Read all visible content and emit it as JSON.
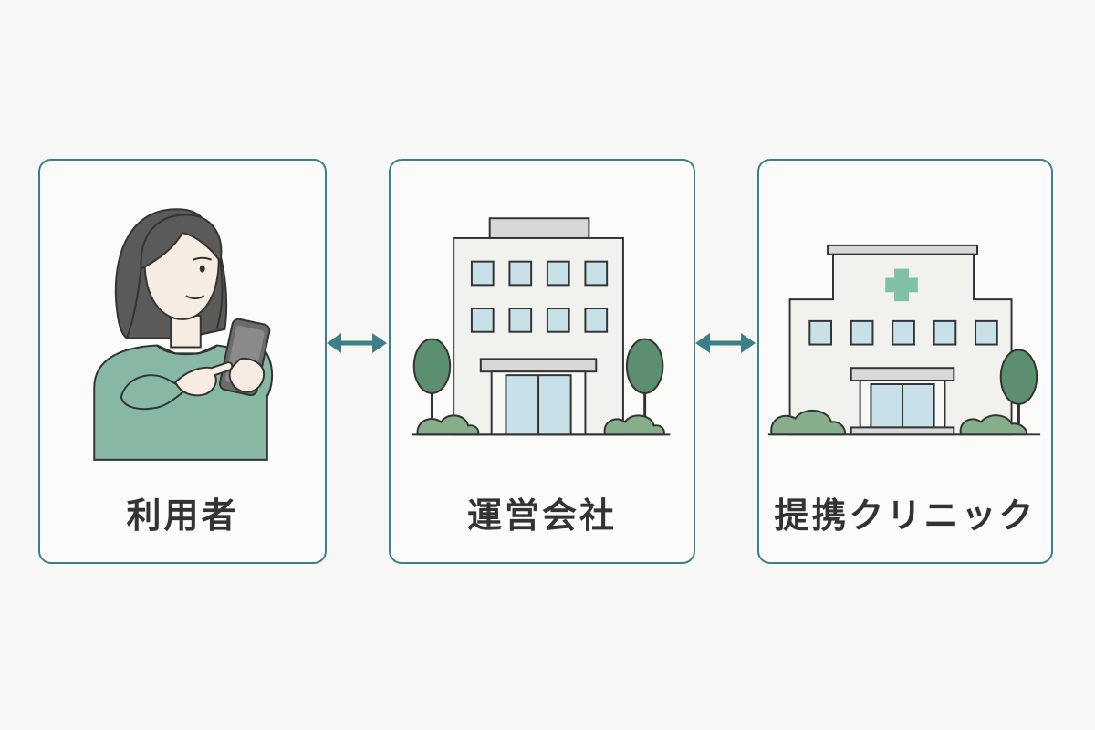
{
  "nodes": [
    {
      "label": "利用者",
      "icon": "woman-with-smartphone-icon"
    },
    {
      "label": "運営会社",
      "icon": "office-building-icon"
    },
    {
      "label": "提携クリニック",
      "icon": "clinic-building-icon"
    }
  ],
  "connections": [
    {
      "from": "利用者",
      "to": "運営会社",
      "direction": "bidirectional"
    },
    {
      "from": "運営会社",
      "to": "提携クリニック",
      "direction": "bidirectional"
    }
  ],
  "colors": {
    "border": "#3d7f87",
    "arrow": "#3d7f87",
    "sweater": "#86b8a3",
    "tree": "#5c8f70",
    "window": "#c8e0e8",
    "cross": "#7fc0a6",
    "text": "#333333"
  }
}
